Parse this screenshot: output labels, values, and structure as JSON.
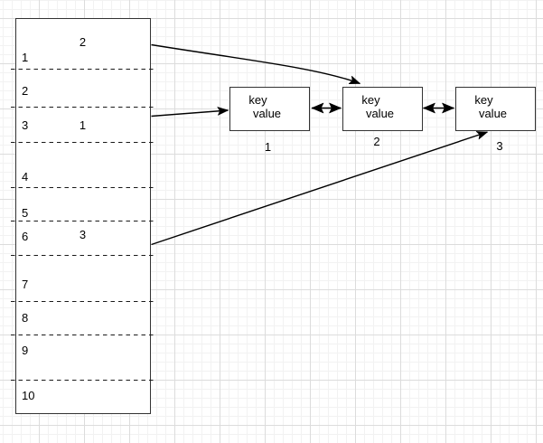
{
  "diagram": {
    "array": {
      "slots": [
        {
          "index": "1",
          "value": "2"
        },
        {
          "index": "2",
          "value": ""
        },
        {
          "index": "3",
          "value": "1"
        },
        {
          "index": "4",
          "value": ""
        },
        {
          "index": "5",
          "value": ""
        },
        {
          "index": "6",
          "value": "3"
        },
        {
          "index": "7",
          "value": ""
        },
        {
          "index": "8",
          "value": ""
        },
        {
          "index": "9",
          "value": ""
        },
        {
          "index": "10",
          "value": ""
        }
      ]
    },
    "nodes": [
      {
        "line1": "key",
        "line2": "value",
        "label": "1"
      },
      {
        "line1": "key",
        "line2": "value",
        "label": "2"
      },
      {
        "line1": "key",
        "line2": "value",
        "label": "3"
      }
    ],
    "colors": {
      "stroke": "#000000",
      "shape_fill": "#ffffff",
      "background": "#ffffff",
      "grid_minor": "#f2f2f2",
      "grid_major": "#dcdcdc"
    }
  }
}
